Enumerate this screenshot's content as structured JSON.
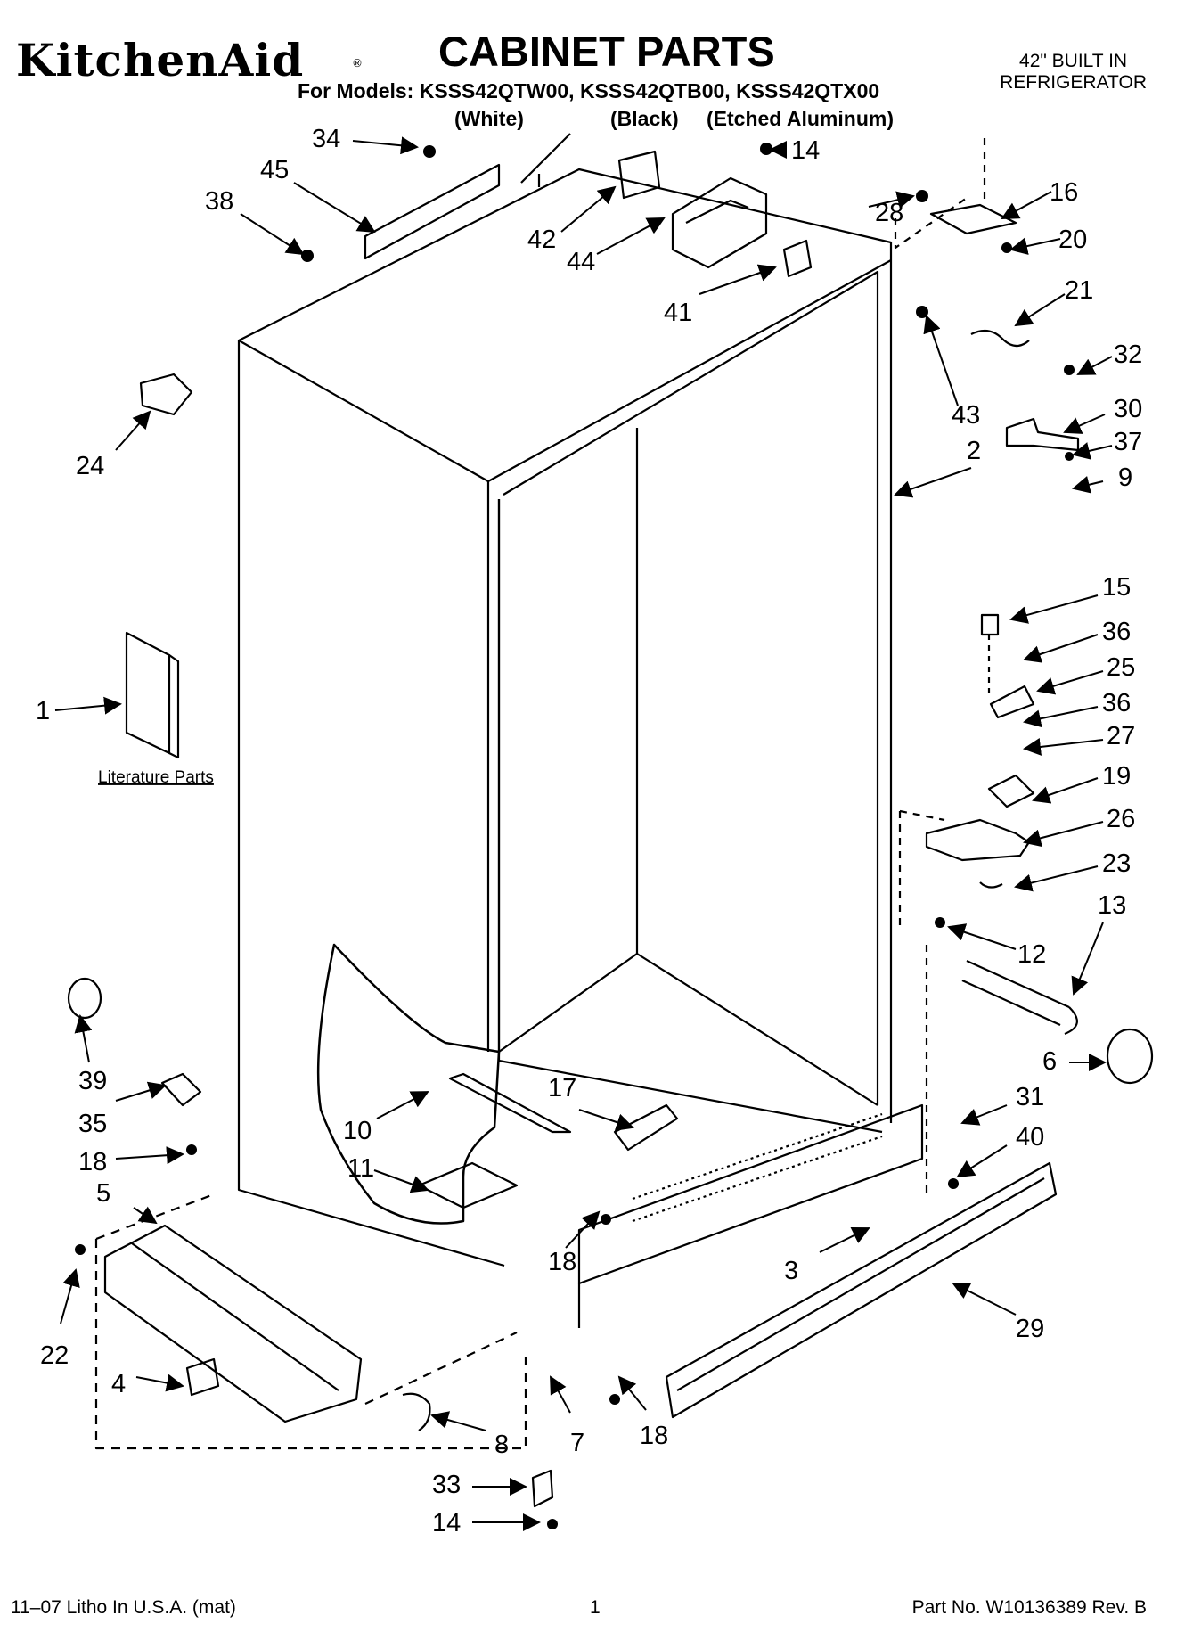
{
  "header": {
    "brand": "KitchenAid",
    "brand_mark": "®",
    "title": "CABINET PARTS",
    "models_line": "For Models: KSSS42QTW00, KSSS42QTB00, KSSS42QTX00",
    "variants": [
      "(White)",
      "(Black)",
      "(Etched Aluminum)"
    ],
    "product_line1": "42\" BUILT IN",
    "product_line2": "REFRIGERATOR"
  },
  "callouts": [
    "34",
    "45",
    "38",
    "42",
    "44",
    "41",
    "14",
    "28",
    "16",
    "20",
    "21",
    "43",
    "32",
    "30",
    "37",
    "2",
    "9",
    "24",
    "15",
    "36",
    "25",
    "36",
    "27",
    "19",
    "26",
    "23",
    "1",
    "13",
    "12",
    "6",
    "39",
    "35",
    "18",
    "10",
    "17",
    "11",
    "31",
    "40",
    "5",
    "3",
    "18",
    "22",
    "29",
    "4",
    "8",
    "7",
    "18",
    "33",
    "14"
  ],
  "literature_label": "Literature Parts",
  "footer": {
    "left": "11–07 Litho In U.S.A. (mat)",
    "page": "1",
    "right": "Part No. W10136389 Rev. B"
  }
}
